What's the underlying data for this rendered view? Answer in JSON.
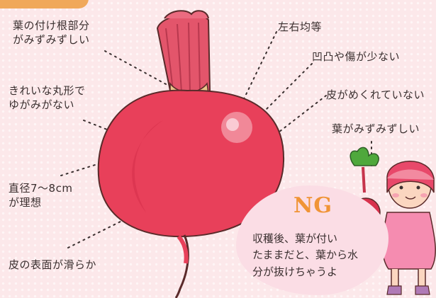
{
  "labels": {
    "leaf_base": [
      "葉の付け根部分",
      "がみずみずしい"
    ],
    "round_shape": [
      "きれいな丸形で",
      "ゆがみがない"
    ],
    "diameter": [
      "直径7〜8cm",
      "が理想"
    ],
    "smooth_skin": "皮の表面が滑らか",
    "symmetry": "左右均等",
    "no_dents": "凹凸や傷が少ない",
    "no_peeling": "皮がめくれていない",
    "fresh_leaves": "葉がみずみずしい"
  },
  "ng": {
    "title": "NG",
    "text": [
      "収穫後、葉が付い",
      "たままだと、葉から水",
      "分が抜けちゃうよ"
    ]
  },
  "colors": {
    "background": "#fce8ea",
    "beet": "#e8405a",
    "stem": "#e05a6e",
    "ng_title": "#f09436",
    "accent_tab": "#f0a85a"
  }
}
